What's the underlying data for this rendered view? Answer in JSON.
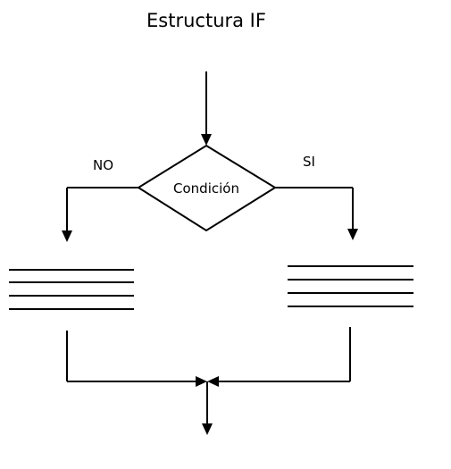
{
  "diagram": {
    "title": "Estructura IF",
    "condition_label": "Condición",
    "no_label": "NO",
    "yes_label": "SI"
  },
  "colors": {
    "background": "#ffffff",
    "ink": "#000000"
  }
}
